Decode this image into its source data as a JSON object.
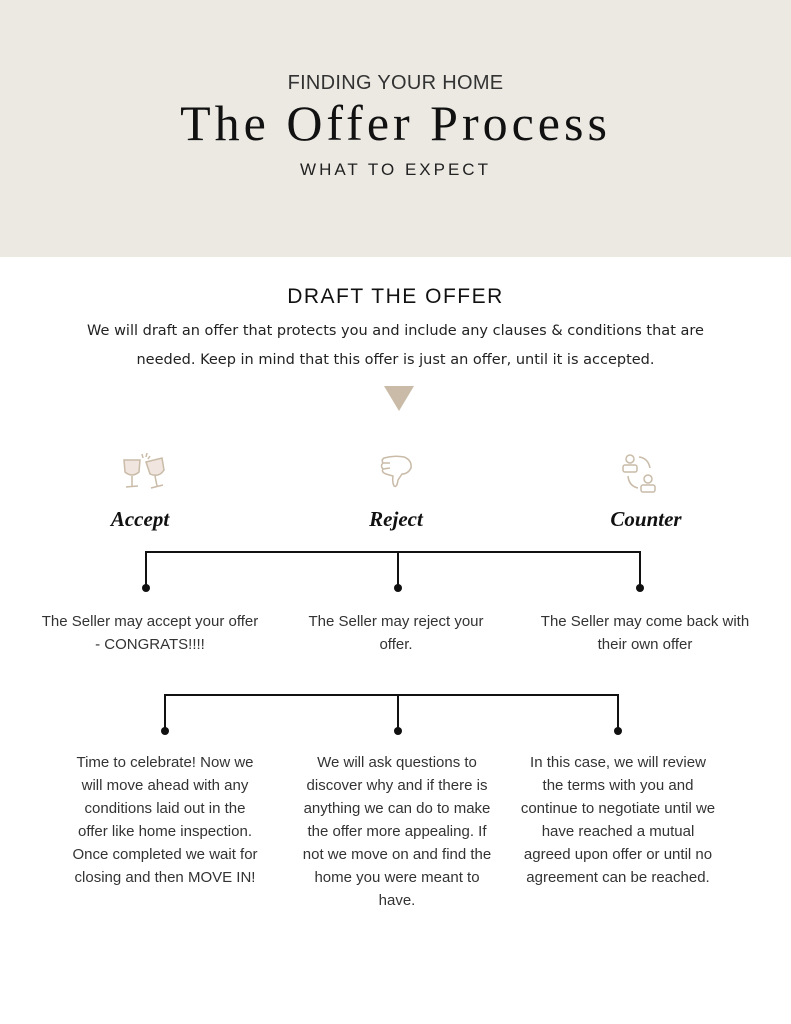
{
  "header": {
    "kicker": "FINDING YOUR HOME",
    "title": "The Offer Process",
    "subtitle": "WHAT TO EXPECT"
  },
  "draft": {
    "heading": "DRAFT THE OFFER",
    "text": "We will draft an offer that protects you and include any clauses & conditions that are needed. Keep in mind that this offer is just an offer, until it is accepted."
  },
  "options": [
    {
      "label": "Accept",
      "icon": "cheers-glasses-icon",
      "summary": "The Seller may accept your offer - CONGRATS!!!!",
      "detail": "Time to celebrate! Now we will move ahead with any conditions laid out in the offer like home inspection.\nOnce completed we wait for closing and then MOVE IN!"
    },
    {
      "label": "Reject",
      "icon": "thumbs-down-icon",
      "summary": "The Seller may reject your offer.",
      "detail": "We will ask questions to discover why and if there is anything we can do to make the offer more appealing. If not we move on and find the home you were meant to have."
    },
    {
      "label": "Counter",
      "icon": "exchange-people-icon",
      "summary": "The Seller may come back with their own offer",
      "detail": "In this case, we will review the terms with you and continue to negotiate until we have reached a mutual agreed upon offer or until no agreement can be reached."
    }
  ],
  "colors": {
    "header_bg": "#ece9e3",
    "accent": "#c9bba8"
  }
}
